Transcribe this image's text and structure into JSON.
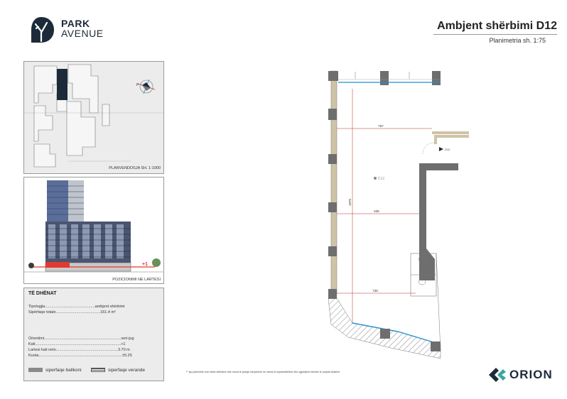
{
  "brand": {
    "line1": "PARK",
    "line2": "AVENUE"
  },
  "header": {
    "title": "Ambjent shërbimi D12",
    "subtitle": "Planimetria sh. 1:75"
  },
  "site_plan": {
    "caption": "PLANVENDOSJA SH. 1:1000",
    "compass_label": "P"
  },
  "elevation": {
    "caption": "POZICIONIMI NE LARTESI",
    "level_marker": "+1"
  },
  "info": {
    "title": "TË DHËNAT",
    "rows": [
      {
        "label": "Tipologjia",
        "dots": "..............................................",
        "value": "ambjent shërbimi"
      },
      {
        "label": "Sipërfaqe totale",
        "dots": ".........................................",
        "value": "161.4 m²"
      },
      {
        "label": "Orientimi",
        "dots": ".......................................................................",
        "value": "veri-jug"
      },
      {
        "label": "Kati",
        "dots": "...............................................................................",
        "value": "+1"
      },
      {
        "label": "Lartesi kati neto",
        "dots": ".........................................................",
        "value": "3.70 m"
      },
      {
        "label": "Kuota",
        "dots": ".............................................................................",
        "value": "±5.25"
      }
    ],
    "legend": {
      "balcony": "siperfaqe ballkoni",
      "veranda": "siperfaqe verande"
    }
  },
  "floorplan": {
    "dim_top": "767",
    "dim_mid": "635",
    "dim_bottom": "736",
    "dim_vertical": "1870",
    "room_label": "D12",
    "door_label": "D12"
  },
  "footer": {
    "note": "** kjo planimetri nuk eshte definitive dhe mund te pesoje ndryshime ne varesi te implamtileteve dhe zgjidhjeve teknike te projekt zbatimit",
    "logo": "ORION"
  },
  "colors": {
    "brand": "#1d2a3a",
    "wall": "#6e6e6e",
    "glass": "#1e8fd0",
    "dimension": "#b0302c",
    "highlight": "#1d2a3a"
  }
}
